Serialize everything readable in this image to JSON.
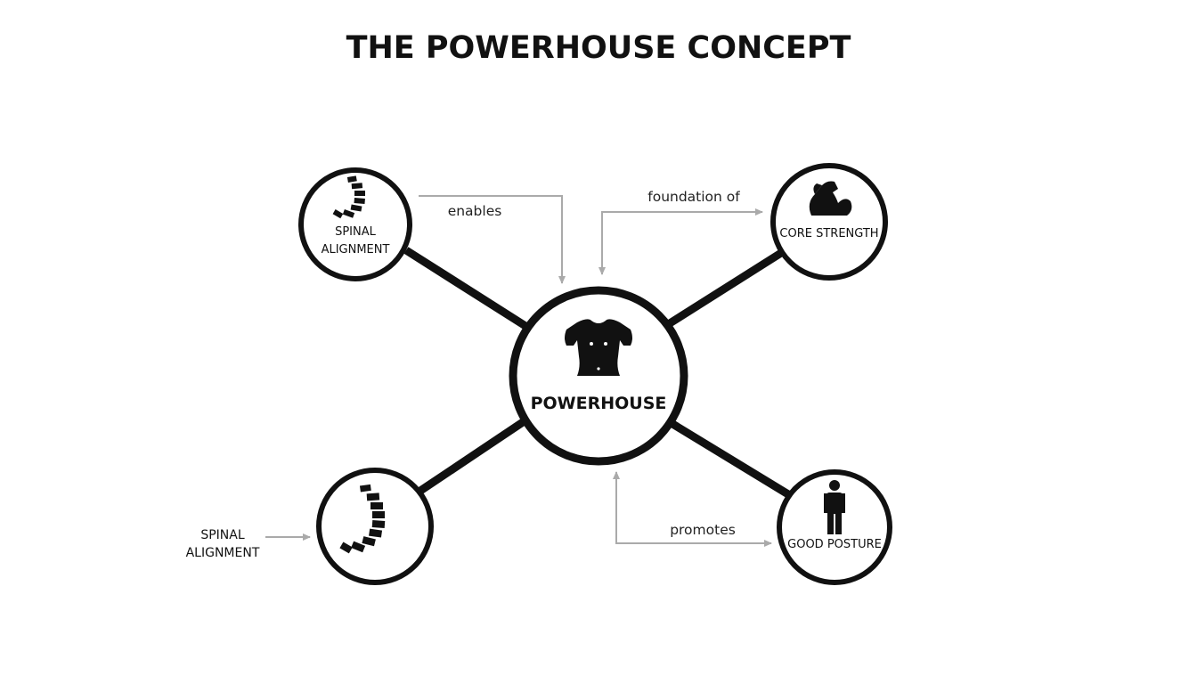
{
  "title": "THE POWERHOUSE CONCEPT",
  "hub": {
    "label": "POWERHOUSE",
    "icon": "torso-icon"
  },
  "nodes": [
    {
      "id": "spinal-alignment-top",
      "label": "SPINAL\nALIGNMENT",
      "icon": "spine-icon"
    },
    {
      "id": "core-strength",
      "label": "CORE STRENGTH",
      "icon": "flexed-arm-icon"
    },
    {
      "id": "spine-bottom",
      "label": "",
      "icon": "spine-icon"
    },
    {
      "id": "good-posture",
      "label": "GOOD POSTURE",
      "icon": "standing-person-icon"
    }
  ],
  "edges": [
    {
      "label": "enables",
      "from": "spinal-alignment-top",
      "to": "powerhouse"
    },
    {
      "label": "foundation of",
      "from": "powerhouse",
      "to": "core-strength"
    },
    {
      "label": "promotes",
      "from": "powerhouse",
      "to": "good-posture"
    }
  ],
  "external": {
    "label": "SPINAL\nALIGNMENT"
  },
  "colors": {
    "stroke": "#111111",
    "arrow": "#aaaaaa",
    "background": "#ffffff"
  }
}
